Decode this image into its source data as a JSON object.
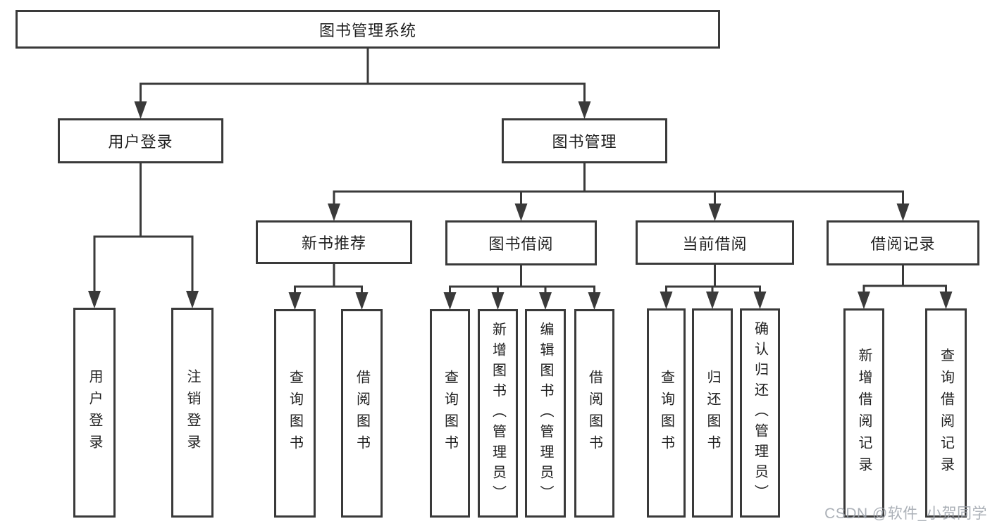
{
  "diagram": {
    "title": "图书管理系统",
    "nodes": [
      {
        "id": "root",
        "label": "图书管理系统",
        "level": "root"
      },
      {
        "id": "user-login",
        "label": "用户登录",
        "level": "branch"
      },
      {
        "id": "book-mgmt",
        "label": "图书管理",
        "level": "branch"
      },
      {
        "id": "new-book-rec",
        "label": "新书推荐",
        "level": "branch"
      },
      {
        "id": "book-borrow",
        "label": "图书借阅",
        "level": "branch"
      },
      {
        "id": "current-borrow",
        "label": "当前借阅",
        "level": "branch"
      },
      {
        "id": "borrow-records",
        "label": "借阅记录",
        "level": "branch"
      },
      {
        "id": "leaf-user-login",
        "label": "用户登录",
        "level": "leaf"
      },
      {
        "id": "leaf-logout",
        "label": "注销登录",
        "level": "leaf"
      },
      {
        "id": "leaf-query-book-1",
        "label": "查询图书",
        "level": "leaf"
      },
      {
        "id": "leaf-borrow-book-1",
        "label": "借阅图书",
        "level": "leaf"
      },
      {
        "id": "leaf-query-book-2",
        "label": "查询图书",
        "level": "leaf"
      },
      {
        "id": "leaf-add-book",
        "label": "新增图书（管理员）",
        "level": "leaf"
      },
      {
        "id": "leaf-edit-book",
        "label": "编辑图书（管理员）",
        "level": "leaf"
      },
      {
        "id": "leaf-borrow-book-2",
        "label": "借阅图书",
        "level": "leaf"
      },
      {
        "id": "leaf-query-book-3",
        "label": "查询图书",
        "level": "leaf"
      },
      {
        "id": "leaf-return-book",
        "label": "归还图书",
        "level": "leaf"
      },
      {
        "id": "leaf-confirm-return",
        "label": "确认归还（管理员）",
        "level": "leaf"
      },
      {
        "id": "leaf-add-borrow-record",
        "label": "新增借阅记录",
        "level": "leaf"
      },
      {
        "id": "leaf-query-borrow-record",
        "label": "查询借阅记录",
        "level": "leaf"
      }
    ],
    "edges": [
      {
        "from": "root",
        "to": "user-login"
      },
      {
        "from": "root",
        "to": "book-mgmt"
      },
      {
        "from": "book-mgmt",
        "to": "new-book-rec"
      },
      {
        "from": "book-mgmt",
        "to": "book-borrow"
      },
      {
        "from": "book-mgmt",
        "to": "current-borrow"
      },
      {
        "from": "book-mgmt",
        "to": "borrow-records"
      },
      {
        "from": "user-login",
        "to": "leaf-user-login"
      },
      {
        "from": "user-login",
        "to": "leaf-logout"
      },
      {
        "from": "new-book-rec",
        "to": "leaf-query-book-1"
      },
      {
        "from": "new-book-rec",
        "to": "leaf-borrow-book-1"
      },
      {
        "from": "book-borrow",
        "to": "leaf-query-book-2"
      },
      {
        "from": "book-borrow",
        "to": "leaf-add-book"
      },
      {
        "from": "book-borrow",
        "to": "leaf-edit-book"
      },
      {
        "from": "book-borrow",
        "to": "leaf-borrow-book-2"
      },
      {
        "from": "current-borrow",
        "to": "leaf-query-book-3"
      },
      {
        "from": "current-borrow",
        "to": "leaf-return-book"
      },
      {
        "from": "current-borrow",
        "to": "leaf-confirm-return"
      },
      {
        "from": "borrow-records",
        "to": "leaf-add-borrow-record"
      },
      {
        "from": "borrow-records",
        "to": "leaf-query-borrow-record"
      }
    ]
  },
  "watermark": {
    "text": "CSDN @软件_小贺同学",
    "color": "#9da3ab"
  },
  "colors": {
    "line": "#3a3a3a",
    "box_border": "#3a3a3a",
    "box_fill": "#ffffff",
    "text": "#1f1f1f",
    "background": "#ffffff"
  }
}
